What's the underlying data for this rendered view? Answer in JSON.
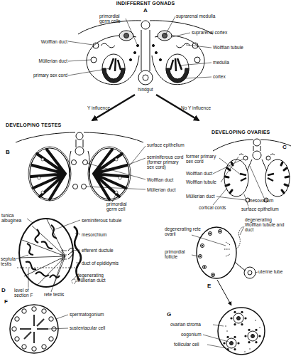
{
  "diagram": {
    "labels": [
      "INDIFFERENT GONADS",
      "A",
      "primordial germ cells",
      "suprarenal medulla",
      "suprarenal cortex",
      "Wolffian duct",
      "Wolffian tubule",
      "Müllerian duct",
      "medulla",
      "primary sex cord",
      "cortex",
      "hindgut",
      "Y influence",
      "No Y influence",
      "DEVELOPING TESTES",
      "DEVELOPING OVARIES",
      "B",
      "C",
      "surface epithelium",
      "seminiferous cord (former primary sex cord)",
      "former primary sex cord",
      "Wolffian duct",
      "Wolffian duct",
      "Wolffian tubule",
      "Müllerian duct",
      "Müllerian duct",
      "mesovarium",
      "primordial germ cell",
      "cortical cords",
      "surface epithelium",
      "tunica albuginea",
      "seminiferous tubule",
      "degenerating Wolffian tubule and duct",
      "degenerating rete ovarii",
      "mesorchium",
      "efferent ductule",
      "primordial follicle",
      "septula testis",
      "duct of epididymis",
      "uterine tube",
      "degenerating Müllerian duct",
      "E",
      "D",
      "level of section F",
      "rete testis",
      "F",
      "spermatogonium",
      "G",
      "ovarian stroma",
      "sustentacular cell",
      "oogonium",
      "follicular cell"
    ]
  }
}
